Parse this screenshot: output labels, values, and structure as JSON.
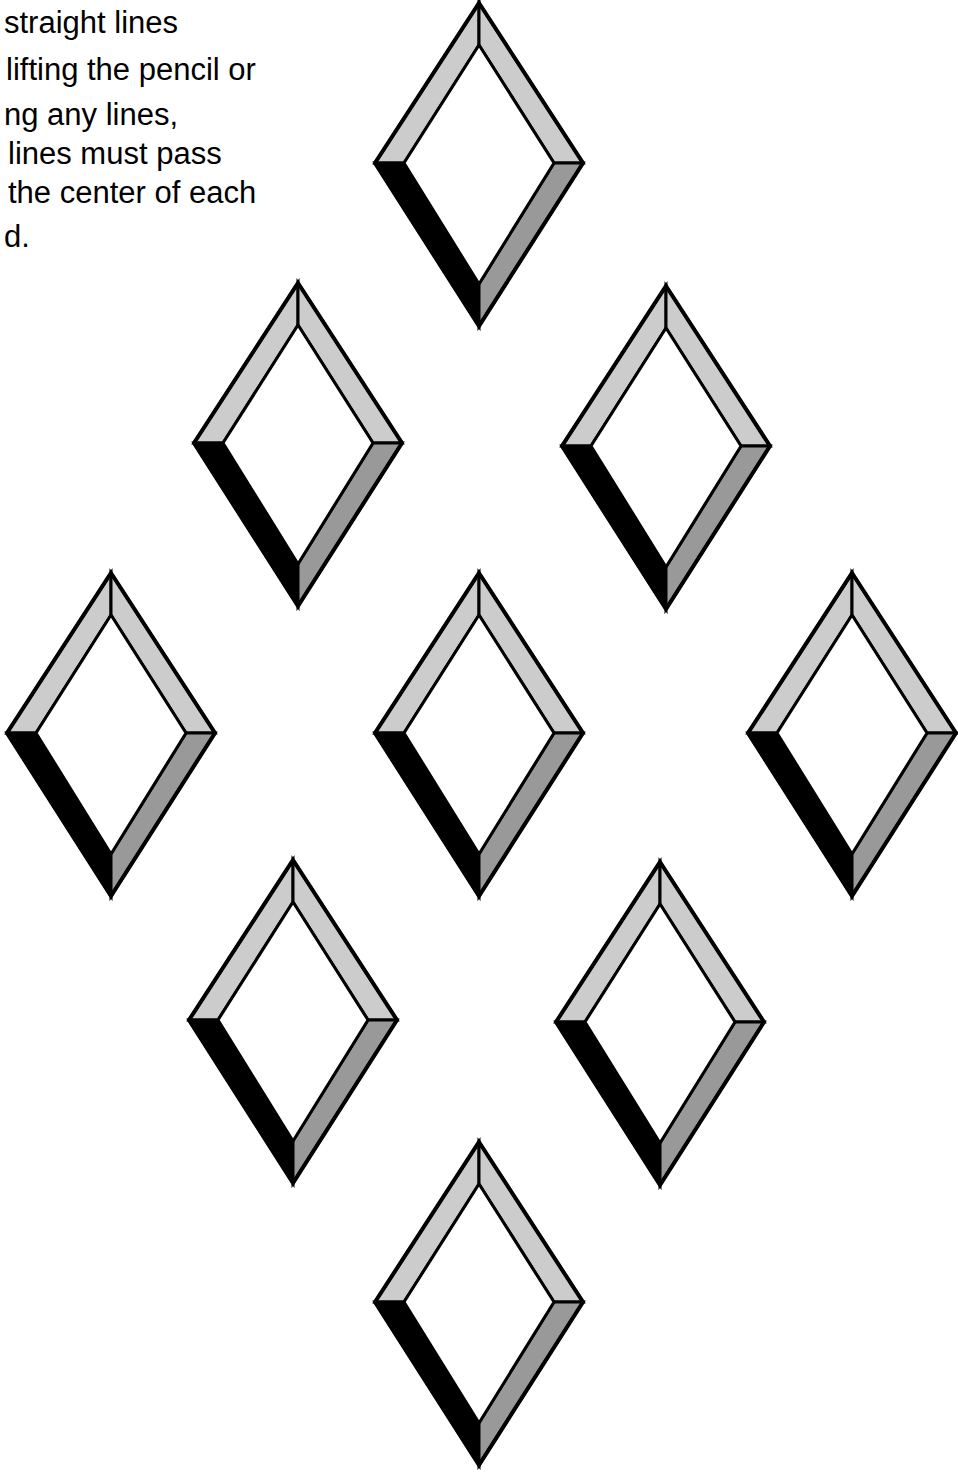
{
  "diagram": {
    "labels": [
      "straight lines",
      "lifting the pencil or",
      "ng any lines,",
      "lines must pass",
      "the center of each",
      "d."
    ]
  }
}
